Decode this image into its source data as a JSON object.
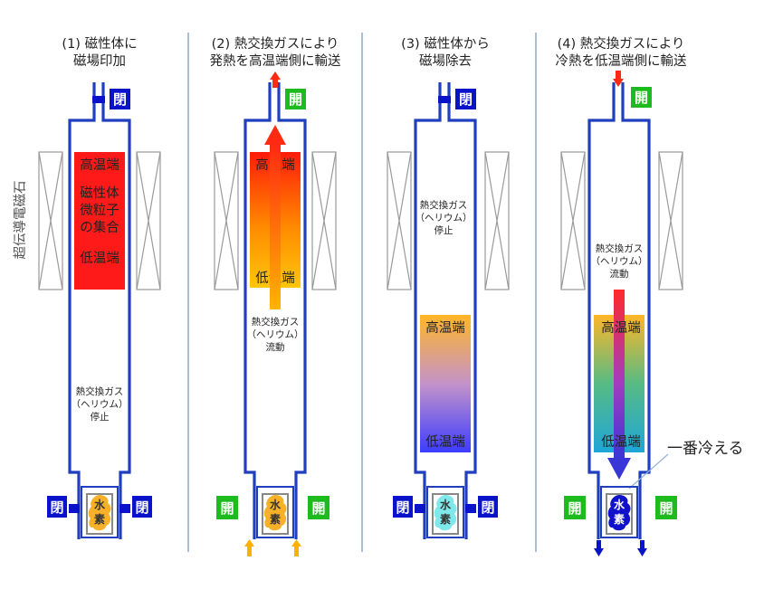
{
  "steps": [
    {
      "line1": "(1) 磁性体に",
      "line2": "磁場印加"
    },
    {
      "line1": "(2) 熱交換ガスにより",
      "line2": "発熱を高温端側に輸送"
    },
    {
      "line1": "(3) 磁性体から",
      "line2": "磁場除去"
    },
    {
      "line1": "(4) 熱交換ガスにより",
      "line2": "冷熱を低温端側に輸送"
    }
  ],
  "magnet_label": "超伝導電磁石",
  "valve_label": "閉",
  "valve_open_label": "開",
  "hot_end": "高温端",
  "cold_end": "低温端",
  "magnetic_particles": [
    "磁性体",
    "微粒子",
    "の集合"
  ],
  "gas_stopped": [
    "熱交換ガス",
    "（ヘリウム）",
    "停止"
  ],
  "gas_flowing": [
    "熱交換ガス",
    "（ヘリウム）",
    "流動"
  ],
  "hydrogen": [
    "水",
    "素"
  ],
  "coldest_callout": "一番冷える",
  "colors": {
    "tube": "#1f3fbf",
    "valve_closed": "#0a13c9",
    "valve_open": "#1dbb1d",
    "hot_block": "#ff1a1a",
    "flow_arrow_up": "#ff3b1a",
    "flow_arrow_down": "#3a34d8",
    "gas_inlet_arrow": "#ffb000",
    "hydrogen_warm": "#f6b128",
    "hydrogen_cool": "#7fe8ea",
    "hydrogen_cold": "#1111cc",
    "magnet_outline": "#9a9a9a",
    "divider": "#5a7bb5"
  }
}
